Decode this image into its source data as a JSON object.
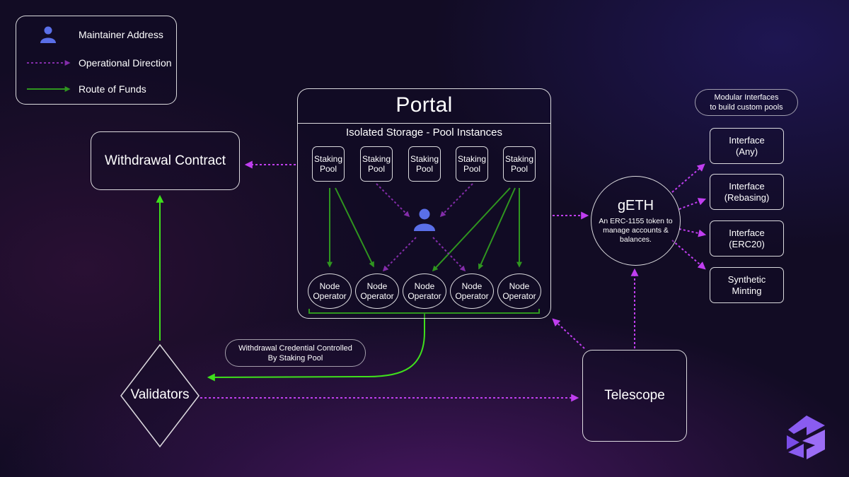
{
  "legend": {
    "items": [
      {
        "label": "Maintainer Address",
        "icon": "user-icon"
      },
      {
        "label": "Operational Direction",
        "icon": "dotted-arrow-icon"
      },
      {
        "label": "Route of Funds",
        "icon": "solid-arrow-icon"
      }
    ]
  },
  "withdrawal_contract": {
    "label": "Withdrawal Contract"
  },
  "portal": {
    "title": "Portal",
    "subtitle": "Isolated Storage - Pool Instances",
    "staking_pools": [
      {
        "line1": "Staking",
        "line2": "Pool"
      },
      {
        "line1": "Staking",
        "line2": "Pool"
      },
      {
        "line1": "Staking",
        "line2": "Pool"
      },
      {
        "line1": "Staking",
        "line2": "Pool"
      },
      {
        "line1": "Staking",
        "line2": "Pool"
      }
    ],
    "node_operators": [
      {
        "line1": "Node",
        "line2": "Operator"
      },
      {
        "line1": "Node",
        "line2": "Operator"
      },
      {
        "line1": "Node",
        "line2": "Operator"
      },
      {
        "line1": "Node",
        "line2": "Operator"
      },
      {
        "line1": "Node",
        "line2": "Operator"
      }
    ]
  },
  "modular": {
    "line1": "Modular Interfaces",
    "line2": "to build custom pools"
  },
  "interfaces": [
    {
      "line1": "Interface",
      "line2": "(Any)"
    },
    {
      "line1": "Interface",
      "line2": "(Rebasing)"
    },
    {
      "line1": "Interface",
      "line2": "(ERC20)"
    },
    {
      "line1": "Synthetic",
      "line2": "Minting"
    }
  ],
  "geth": {
    "title": "gETH",
    "description": "An ERC-1155 token to manage accounts & balances."
  },
  "telescope": {
    "label": "Telescope"
  },
  "withdrawal_credential": {
    "line1": "Withdrawal Credential Controlled",
    "line2": "By Staking Pool"
  },
  "validators": {
    "label": "Validators"
  },
  "colors": {
    "operational": "#c03ef0",
    "funds": "#3fe01c",
    "user_icon": "#5a6fe8",
    "logo": "#8a5cf0"
  }
}
